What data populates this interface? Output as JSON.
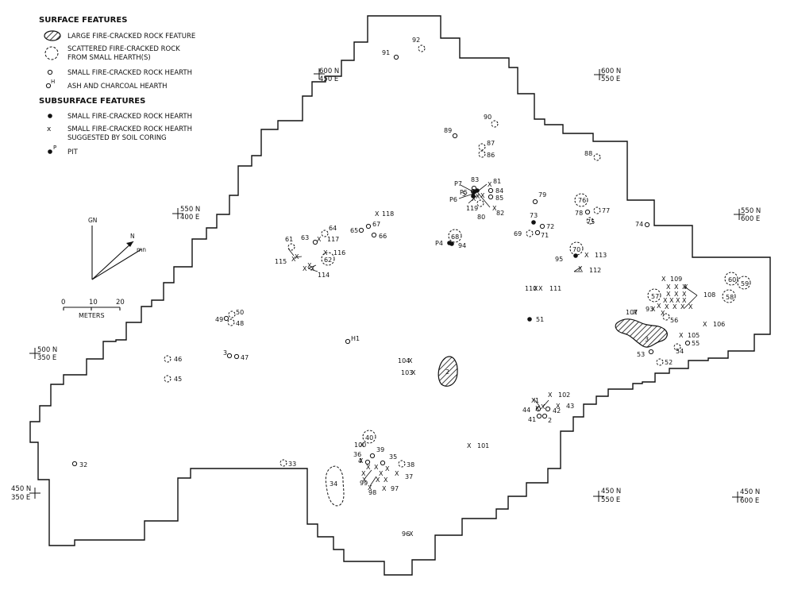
{
  "legend": {
    "surface_heading": "SURFACE FEATURES",
    "large_fcr": "LARGE FIRE-CRACKED ROCK FEATURE",
    "scattered_line1": "SCATTERED FIRE-CRACKED ROCK",
    "scattered_line2": "FROM SMALL HEARTH(S)",
    "small_hearth": "SMALL FIRE-CRACKED ROCK HEARTH",
    "ash_marker": "H",
    "ash_hearth": "ASH AND CHARCOAL HEARTH",
    "subsurface_heading": "SUBSURFACE FEATURES",
    "sub_hearth": "SMALL FIRE-CRACKED ROCK HEARTH",
    "coring_line1": "SMALL FIRE-CRACKED ROCK HEARTH",
    "coring_line2": "SUGGESTED BY SOIL CORING",
    "pit_marker": "P",
    "pit": "PIT"
  },
  "north_arrow": {
    "gn": "GN",
    "n": "N",
    "mn": "mn"
  },
  "scale": {
    "ticks": [
      "0",
      "10",
      "20"
    ],
    "unit": "METERS"
  },
  "grid_points": [
    {
      "n": "600 N",
      "e": "450 E"
    },
    {
      "n": "600 N",
      "e": "550 E"
    },
    {
      "n": "550 N",
      "e": "400 E"
    },
    {
      "n": "550 N",
      "e": "600 E"
    },
    {
      "n": "500 N",
      "e": "350 E"
    },
    {
      "n": "450 N",
      "e": "350 E"
    },
    {
      "n": "450 N",
      "e": "550 E"
    },
    {
      "n": "450 N",
      "e": "600 E"
    }
  ],
  "features": [
    {
      "label": "91",
      "kind": "small"
    },
    {
      "label": "92",
      "kind": "scattered"
    },
    {
      "label": "90",
      "kind": "scattered"
    },
    {
      "label": "89",
      "kind": "small"
    },
    {
      "label": "87",
      "kind": "scattered"
    },
    {
      "label": "86",
      "kind": "scattered"
    },
    {
      "label": "88",
      "kind": "scattered"
    },
    {
      "label": "79",
      "kind": "small"
    },
    {
      "label": "76",
      "kind": "scattered"
    },
    {
      "label": "77",
      "kind": "scattered"
    },
    {
      "label": "78",
      "kind": "small"
    },
    {
      "label": "75",
      "kind": "scattered"
    },
    {
      "label": "74",
      "kind": "small"
    },
    {
      "label": "73",
      "kind": "subsurface"
    },
    {
      "label": "72",
      "kind": "small"
    },
    {
      "label": "69",
      "kind": "scattered"
    },
    {
      "label": "71",
      "kind": "small"
    },
    {
      "label": "68",
      "kind": "scattered"
    },
    {
      "label": "94",
      "kind": "subsurface"
    },
    {
      "label": "70",
      "kind": "scattered"
    },
    {
      "label": "95",
      "kind": "subsurface"
    },
    {
      "label": "64",
      "kind": "scattered"
    },
    {
      "label": "63",
      "kind": "small"
    },
    {
      "label": "65",
      "kind": "small"
    },
    {
      "label": "67",
      "kind": "small"
    },
    {
      "label": "66",
      "kind": "small"
    },
    {
      "label": "61",
      "kind": "scattered"
    },
    {
      "label": "62",
      "kind": "scattered"
    },
    {
      "label": "50",
      "kind": "scattered"
    },
    {
      "label": "49",
      "kind": "small"
    },
    {
      "label": "48",
      "kind": "scattered"
    },
    {
      "label": "46",
      "kind": "scattered"
    },
    {
      "label": "45",
      "kind": "scattered"
    },
    {
      "label": "3",
      "kind": "small"
    },
    {
      "label": "47",
      "kind": "small"
    },
    {
      "label": "H1",
      "kind": "ash"
    },
    {
      "label": "51",
      "kind": "subsurface"
    },
    {
      "label": "60",
      "kind": "scattered"
    },
    {
      "label": "59",
      "kind": "scattered"
    },
    {
      "label": "58",
      "kind": "scattered"
    },
    {
      "label": "57",
      "kind": "scattered"
    },
    {
      "label": "56",
      "kind": "scattered"
    },
    {
      "label": "55",
      "kind": "small"
    },
    {
      "label": "54",
      "kind": "scattered"
    },
    {
      "label": "53",
      "kind": "small"
    },
    {
      "label": "52",
      "kind": "scattered"
    },
    {
      "label": "44",
      "kind": "small"
    },
    {
      "label": "42",
      "kind": "small"
    },
    {
      "label": "41",
      "kind": "small"
    },
    {
      "label": "2",
      "kind": "small"
    },
    {
      "label": "40",
      "kind": "scattered"
    },
    {
      "label": "39",
      "kind": "small"
    },
    {
      "label": "36",
      "kind": "small"
    },
    {
      "label": "35",
      "kind": "small"
    },
    {
      "label": "38",
      "kind": "scattered"
    },
    {
      "label": "33",
      "kind": "scattered"
    },
    {
      "label": "32",
      "kind": "small"
    },
    {
      "label": "80",
      "kind": "scattered"
    },
    {
      "label": "83",
      "kind": "small"
    },
    {
      "label": "84",
      "kind": "small"
    },
    {
      "label": "85",
      "kind": "small"
    },
    {
      "label": "5",
      "kind": "small"
    }
  ],
  "pits": [
    {
      "label": "P7"
    },
    {
      "label": "P5"
    },
    {
      "label": "P6"
    },
    {
      "label": "P4"
    }
  ],
  "corings": [
    {
      "label": "118"
    },
    {
      "label": "117"
    },
    {
      "label": "116"
    },
    {
      "label": "115"
    },
    {
      "label": "114"
    },
    {
      "label": "113"
    },
    {
      "label": "112"
    },
    {
      "label": "111"
    },
    {
      "label": "110"
    },
    {
      "label": "109"
    },
    {
      "label": "108"
    },
    {
      "label": "107"
    },
    {
      "label": "106"
    },
    {
      "label": "105"
    },
    {
      "label": "104"
    },
    {
      "label": "103"
    },
    {
      "label": "102"
    },
    {
      "label": "101"
    },
    {
      "label": "100"
    },
    {
      "label": "99"
    },
    {
      "label": "98"
    },
    {
      "label": "97"
    },
    {
      "label": "96"
    },
    {
      "label": "93"
    },
    {
      "label": "119"
    },
    {
      "label": "81"
    },
    {
      "label": "82"
    },
    {
      "label": "43"
    },
    {
      "label": "37"
    },
    {
      "label": "4"
    },
    {
      "label": "1"
    }
  ],
  "large_features": [
    {
      "label": "2"
    },
    {
      "label": "3"
    },
    {
      "label": "34"
    }
  ]
}
